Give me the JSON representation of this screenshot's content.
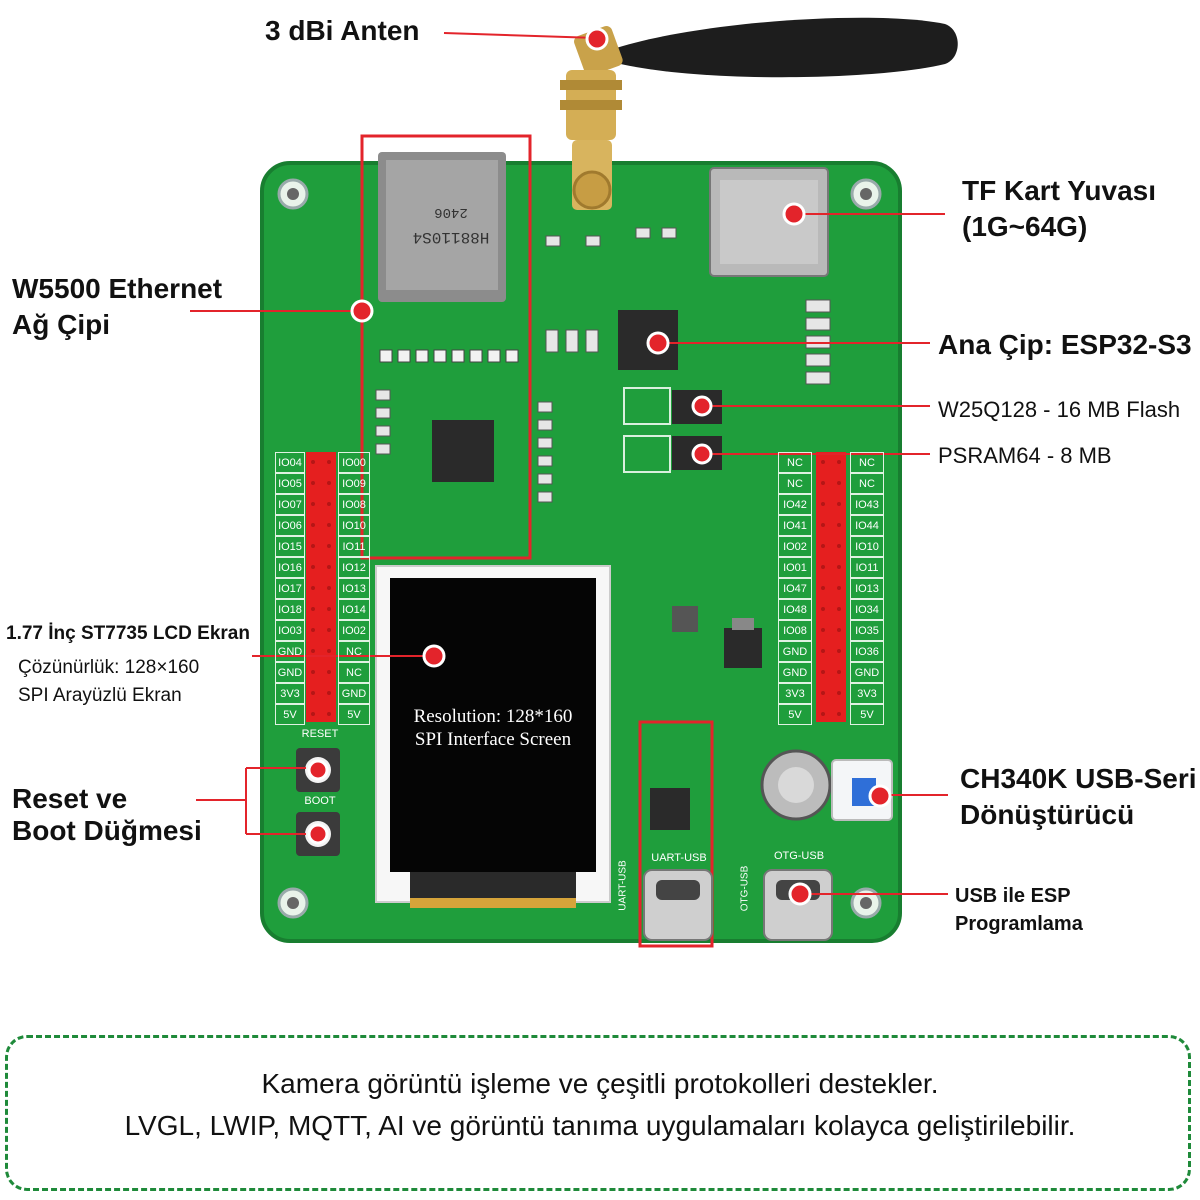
{
  "callouts": {
    "antenna": "3 dBi Anten",
    "tf_card_line1": "TF Kart Yuvası",
    "tf_card_line2": "(1G~64G)",
    "ethernet_line1": "W5500 Ethernet",
    "ethernet_line2": "Ağ Çipi",
    "main_chip": "Ana Çip: ESP32-S3",
    "flash": "W25Q128 - 16 MB Flash",
    "psram": "PSRAM64 - 8 MB",
    "lcd_line1": "1.77 İnç ST7735 LCD Ekran",
    "lcd_line2": "Çözünürlük: 128×160",
    "lcd_line3": "SPI Arayüzlü Ekran",
    "buttons_line1": "Reset ve",
    "buttons_line2": "Boot Düğmesi",
    "usb_serial_line1": "CH340K USB-Seri",
    "usb_serial_line2": "Dönüştürücü",
    "usb_program": "USB ile ESP Programlama"
  },
  "board": {
    "lcd_screen_line1": "Resolution: 128*160",
    "lcd_screen_line2": "SPI Interface Screen",
    "reset_label": "RESET",
    "boot_label": "BOOT",
    "uart_usb_label": "UART-USB",
    "otg_usb_label": "OTG-USB",
    "uart_usb_side": "UART-USB",
    "otg_usb_side": "OTG-USB",
    "ethernet_chip_text": "H88110S4",
    "ethernet_chip_date": "2406",
    "left_header_col1": [
      "IO04",
      "IO05",
      "IO07",
      "IO06",
      "IO15",
      "IO16",
      "IO17",
      "IO18",
      "IO03",
      "GND",
      "GND",
      "3V3",
      "5V"
    ],
    "left_header_col2": [
      "IO00",
      "IO09",
      "IO08",
      "IO10",
      "IO11",
      "IO12",
      "IO13",
      "IO14",
      "IO02",
      "NC",
      "NC",
      "GND",
      "5V"
    ],
    "right_header_col1": [
      "NC",
      "NC",
      "IO42",
      "IO41",
      "IO02",
      "IO01",
      "IO47",
      "IO48",
      "IO08",
      "GND",
      "GND",
      "3V3",
      "5V"
    ],
    "right_header_col2": [
      "NC",
      "NC",
      "IO43",
      "IO44",
      "IO10",
      "IO11",
      "IO13",
      "IO34",
      "IO35",
      "IO36",
      "GND",
      "3V3",
      "5V"
    ]
  },
  "description": {
    "line1": "Kamera görüntü işleme ve çeşitli protokolleri destekler.",
    "line2": "LVGL, LWIP, MQTT, AI ve görüntü tanıma uygulamaları kolayca geliştirilebilir."
  },
  "colors": {
    "pcb": "#1f9e3c",
    "callout_line": "#e3242b",
    "frame": "#1f8a3a"
  }
}
